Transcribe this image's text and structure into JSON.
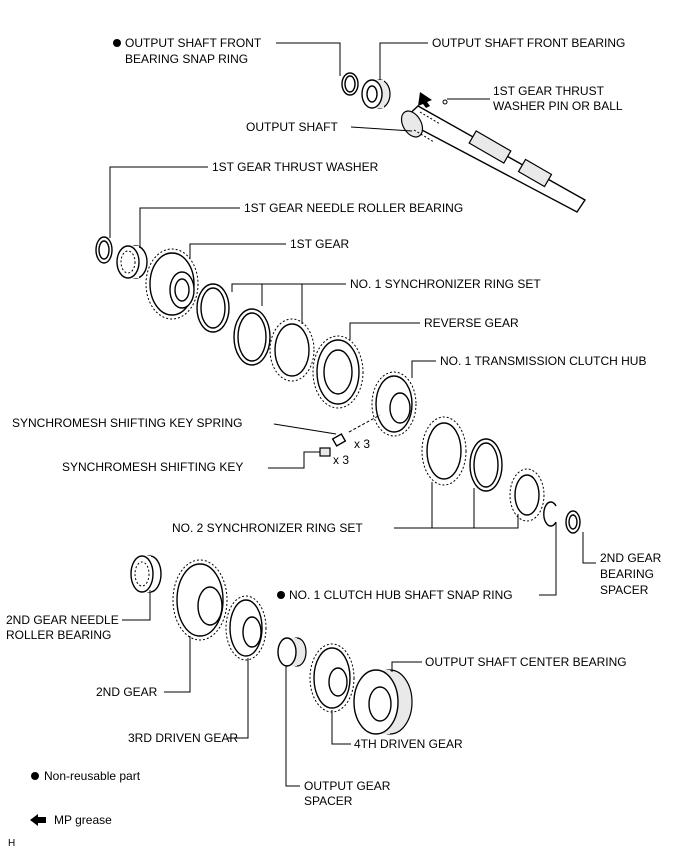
{
  "labels": {
    "snap_ring_front": [
      "OUTPUT SHAFT FRONT",
      "BEARING SNAP RING"
    ],
    "front_bearing": "OUTPUT SHAFT FRONT BEARING",
    "thrust_pin": [
      "1ST GEAR THRUST",
      "WASHER PIN OR BALL"
    ],
    "output_shaft": "OUTPUT SHAFT",
    "thrust_washer": "1ST GEAR THRUST WASHER",
    "needle_bearing_1st": "1ST GEAR NEEDLE ROLLER BEARING",
    "gear_1st": "1ST GEAR",
    "sync_ring_1": "NO. 1 SYNCHRONIZER RING SET",
    "reverse_gear": "REVERSE GEAR",
    "clutch_hub": "NO. 1 TRANSMISSION CLUTCH HUB",
    "key_spring": "SYNCHROMESH SHIFTING KEY SPRING",
    "key_spring_qty": "x 3",
    "shifting_key": "SYNCHROMESH SHIFTING KEY",
    "shifting_key_qty": "x 3",
    "sync_ring_2": "NO. 2 SYNCHRONIZER RING SET",
    "spacer_2nd": [
      "2ND GEAR",
      "BEARING",
      "SPACER"
    ],
    "needle_bearing_2nd": [
      "2ND GEAR NEEDLE",
      "ROLLER BEARING"
    ],
    "hub_snap_ring": "NO. 1 CLUTCH HUB SHAFT SNAP RING",
    "gear_2nd": "2ND GEAR",
    "center_bearing": "OUTPUT SHAFT CENTER BEARING",
    "driven_3rd": "3RD DRIVEN GEAR",
    "driven_4th": "4TH DRIVEN GEAR",
    "gear_spacer": [
      "OUTPUT GEAR",
      "SPACER"
    ]
  },
  "legend": {
    "non_reusable": "Non-reusable part",
    "mp_grease": "MP grease"
  },
  "corner_mark": "H"
}
